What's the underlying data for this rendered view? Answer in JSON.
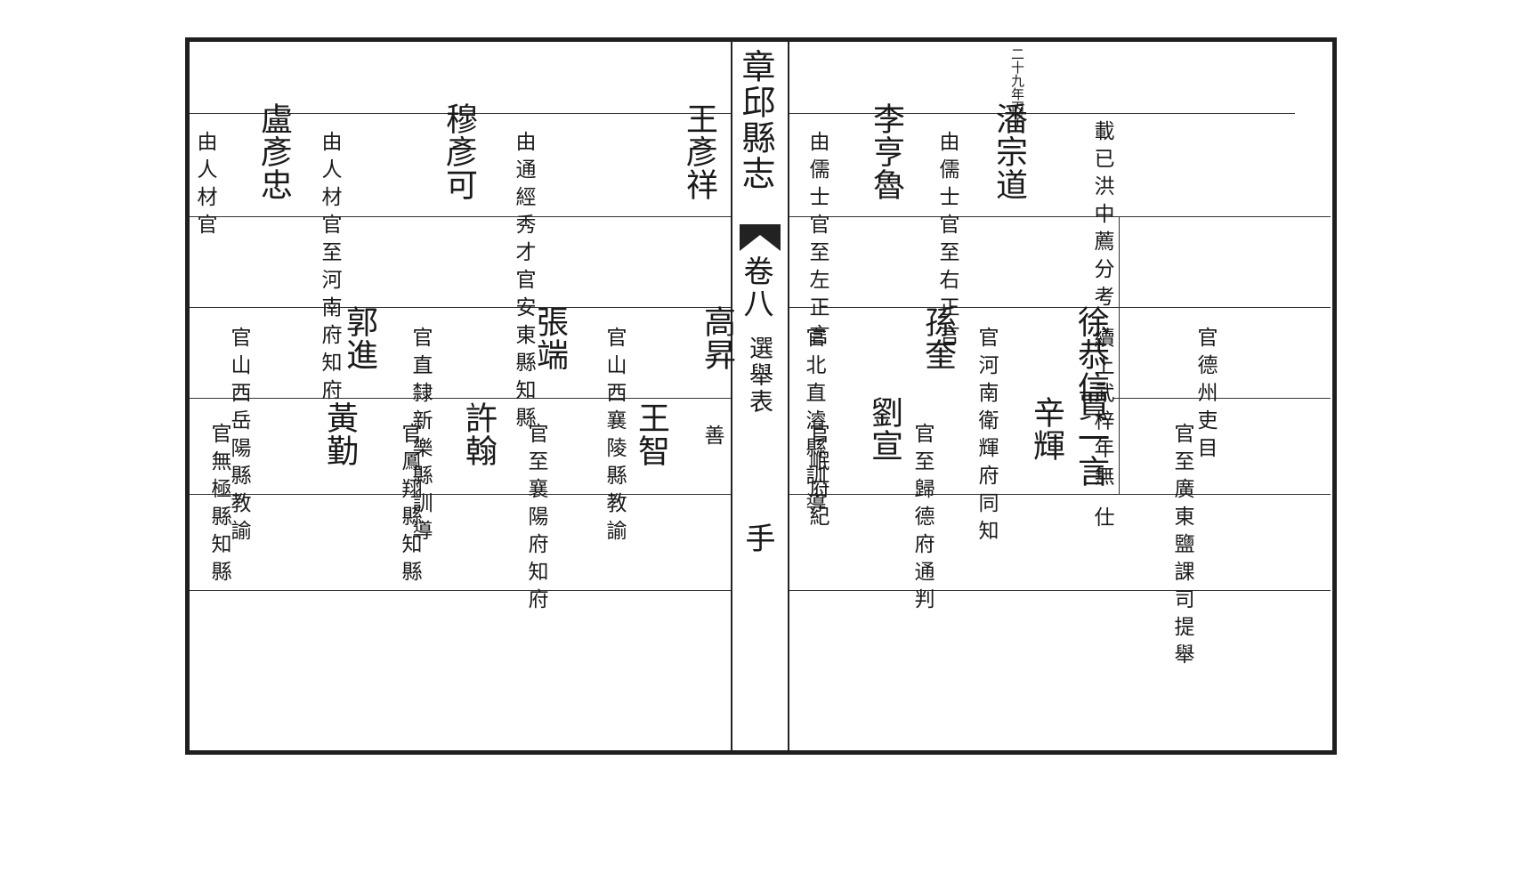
{
  "header": {
    "title": "章邱縣志",
    "volume": "卷八",
    "section": "選舉表",
    "page_number": "手"
  },
  "upper_row": {
    "right_band": {
      "year_note": "二十九年丙子",
      "p1_name": "潘宗道",
      "p1_note": "由儒士官至右正言",
      "p2_name": "李亨魯",
      "p2_note": "由儒士官至左正言",
      "right_note": "載已洪中薦分考 續上武梓年無 仕"
    },
    "left_band": {
      "p1_name": "王彥祥",
      "p1_note": "由通經秀才官安東縣知縣",
      "p2_name": "穆彥可",
      "p2_note": "由人材官至河南府知府",
      "p3_name": "盧彥忠",
      "p3_note": "由人材官"
    }
  },
  "middle_row": {
    "right_band": {
      "p1_name": "徐恭信",
      "p1_note": "",
      "p2_name": "孫奎",
      "p2_note": "官河南衛輝府同知",
      "p3_name": "",
      "p3_note": "官北直濬縣訓導",
      "right_note": "官德州吏目"
    },
    "left_band": {
      "p1_name": "高昇",
      "p1_note": "官山西襄陵縣教諭",
      "p2_name": "張端",
      "p2_note": "官直隸新樂縣訓導",
      "p3_name": "郭進",
      "p3_note": "官山西岳陽縣教諭"
    }
  },
  "lower_row": {
    "right_band": {
      "p1_name": "賈一言",
      "p1_note": "",
      "p2_name": "辛輝",
      "p2_note": "官至歸德府通判",
      "p3_name": "劉宣",
      "p3_note": "官岷府紀",
      "right_note": "官至廣東鹽課司提舉"
    },
    "left_band": {
      "p0_note": "善",
      "p1_name": "王智",
      "p1_note": "官至襄陽府知府",
      "p2_name": "許翰",
      "p2_note": "官鳳翔縣知縣",
      "p3_name": "黃勤",
      "p3_note": "官無極縣知縣"
    }
  }
}
